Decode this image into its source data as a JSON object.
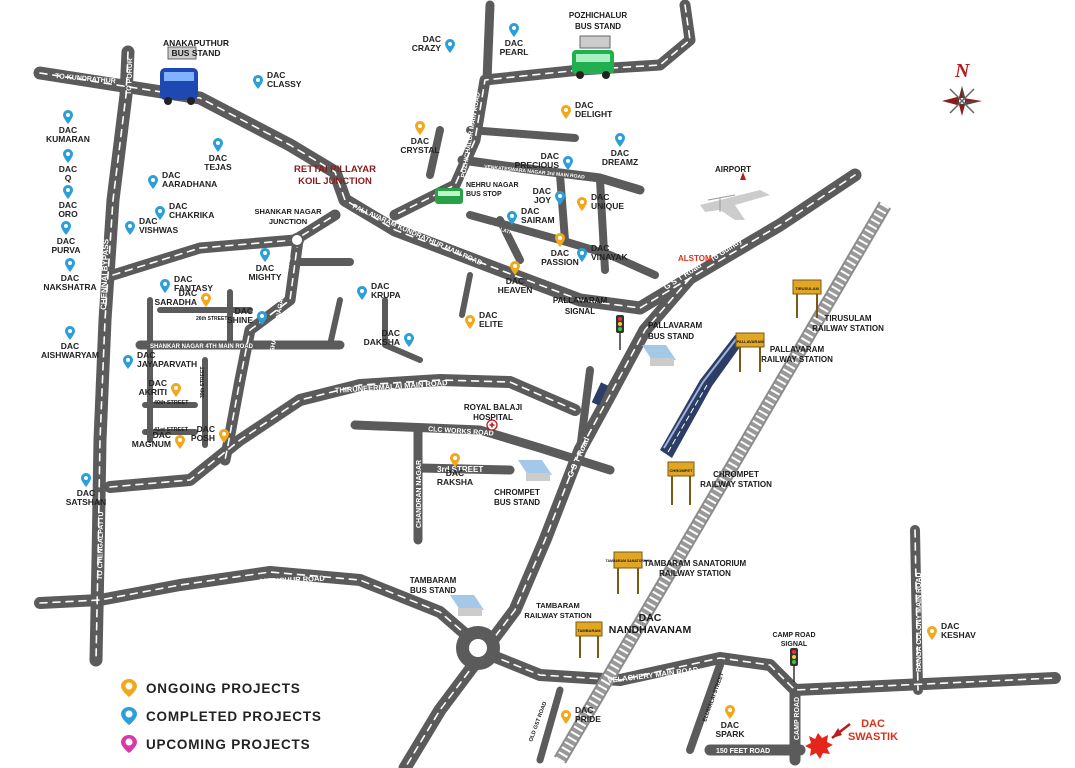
{
  "colors": {
    "road": "#5b5b5b",
    "ongoing": "#f2a81d",
    "completed": "#2b9fd9",
    "upcoming": "#d63aa8",
    "signboard": "#e1a624",
    "accent_red": "#b81c1c"
  },
  "legend": [
    {
      "label": "ONGOING PROJECTS",
      "icon": "orange-location-pin"
    },
    {
      "label": "COMPLETED PROJECTS",
      "icon": "blue-location-pin"
    },
    {
      "label": "UPCOMING PROJECTS",
      "icon": "pink-location-pin"
    }
  ],
  "compass": {
    "label": "N"
  },
  "roads": {
    "to_kundrathur": "TO KUNDRATHUR",
    "to_porur": "TO PORUR",
    "chennai_bypass": "CHENNAI BYPASS",
    "to_chengalpattu": "TO CHENGALPATTU",
    "pallavaram_kundrathur": "PALLAVARAM KUNDRATHUR MAIN ROAD",
    "pozhichalur_main": "POZHICHALUR MAIN ROAD",
    "shankar_nagar_main": "SHANKAR NAGAR MAIN ROAD",
    "shankar_nagar_4th": "SHANKAR NAGAR 4TH MAIN ROAD",
    "thiruneermalai": "THIRUNEERMALAI MAIN ROAD",
    "clc_works": "CLC WORKS ROAD",
    "third_street": "3rd STREET",
    "chandran_nagar": "CHANDRAN NAGAR",
    "gst_road_1": "G S T Road",
    "gst_road_2": "G S T Road",
    "to_guindy": "To Guindy",
    "mudichur": "MUDICHUR ROAD",
    "velachery": "VELACHERY MAIN ROAD",
    "camp_road": "CAMP ROAD",
    "feet_150": "150 FEET ROAD",
    "ranga_colony": "RANGA COLONY MAIN ROAD",
    "venkateswara": "VENKATESWARA NAGAR 3rd MAIN ROAD",
    "nallathambi": "NALLATHAMBI ROAD",
    "road_26th": "26th STREET",
    "road_39th": "39th STREET",
    "road_40th": "40th STREET",
    "road_41st": "41st STREET",
    "old_gst": "OLD GST ROAD",
    "elumalai": "ELUMALAI STREET"
  },
  "landmarks": {
    "anakaputhur": [
      "ANAKAPUTHUR",
      "BUS STAND"
    ],
    "pozhichalur": [
      "POZHICHALUR",
      "BUS STAND"
    ],
    "rettai": [
      "RETTAI PILLAYAR",
      "KOIL JUNCTION"
    ],
    "shankar_jn": [
      "SHANKAR NAGAR",
      "JUNCTION"
    ],
    "nehru": [
      "NEHRU NAGAR",
      "BUS STOP"
    ],
    "airport": "AIRPORT",
    "alstom": "ALSTOM",
    "pallavaram_signal": [
      "PALLAVARAM",
      "SIGNAL"
    ],
    "pallavaram_bus": [
      "PALLAVARAM",
      "BUS STAND"
    ],
    "tirusulam_rs": [
      "TIRUSULAM",
      "RAILWAY STATION"
    ],
    "pallavaram_rs": [
      "PALLAVARAM",
      "RAILWAY STATION"
    ],
    "royal_balaji": [
      "ROYAL BALAJI",
      "HOSPITAL"
    ],
    "chrompet_bus": [
      "CHROMPET",
      "BUS STAND"
    ],
    "chrompet_rs": [
      "CHROMPET",
      "RAILWAY STATION"
    ],
    "sanatorium_rs": [
      "TAMBARAM SANATORIUM",
      "RAILWAY STATION"
    ],
    "tambaram_bus": [
      "TAMBARAM",
      "BUS STAND"
    ],
    "tambaram_rs": [
      "TAMBARAM",
      "RAILWAY STATION"
    ],
    "camp_signal": [
      "CAMP ROAD",
      "SIGNAL"
    ],
    "nandhavanam": [
      "DAC",
      "NANDHAVANAM"
    ],
    "swastik": [
      "DAC",
      "SWASTIK"
    ]
  },
  "signboards": {
    "tirusulam": "TIRUSULAM",
    "pallavaram": "PALLAVARAM",
    "chrompet": "CHROMPET",
    "sanatorium": "TAMBARAM SANATORIUM",
    "tambaram": "TAMBARAM"
  },
  "projects": [
    {
      "id": "pearl",
      "name": "PEARL",
      "status": "completed"
    },
    {
      "id": "crazy",
      "name": "CRAZY",
      "status": "completed"
    },
    {
      "id": "classy",
      "name": "CLASSY",
      "status": "completed"
    },
    {
      "id": "kumaran",
      "name": "KUMARAN",
      "status": "completed"
    },
    {
      "id": "q",
      "name": "Q",
      "status": "completed"
    },
    {
      "id": "oro",
      "name": "ORO",
      "status": "completed"
    },
    {
      "id": "purva",
      "name": "PURVA",
      "status": "completed"
    },
    {
      "id": "nakshatra",
      "name": "NAKSHATRA",
      "status": "completed"
    },
    {
      "id": "aishwaryam",
      "name": "AISHWARYAM",
      "status": "completed"
    },
    {
      "id": "tejas",
      "name": "TEJAS",
      "status": "completed"
    },
    {
      "id": "aaradhana",
      "name": "AARADHANA",
      "status": "completed"
    },
    {
      "id": "chakrika",
      "name": "CHAKRIKA",
      "status": "completed"
    },
    {
      "id": "vishwas",
      "name": "VISHWAS",
      "status": "completed"
    },
    {
      "id": "crystal",
      "name": "CRYSTAL",
      "status": "ongoing"
    },
    {
      "id": "delight",
      "name": "DELIGHT",
      "status": "ongoing"
    },
    {
      "id": "precious",
      "name": "PRECIOUS",
      "status": "completed"
    },
    {
      "id": "dreamz",
      "name": "DREAMZ",
      "status": "completed"
    },
    {
      "id": "joy",
      "name": "JOY",
      "status": "completed"
    },
    {
      "id": "unique",
      "name": "UNIQUE",
      "status": "ongoing"
    },
    {
      "id": "sairam",
      "name": "SAIRAM",
      "status": "completed"
    },
    {
      "id": "passion",
      "name": "PASSION",
      "status": "ongoing"
    },
    {
      "id": "heaven",
      "name": "HEAVEN",
      "status": "ongoing"
    },
    {
      "id": "vinayak",
      "name": "VINAYAK",
      "status": "completed"
    },
    {
      "id": "fantasy",
      "name": "FANTASY",
      "status": "completed"
    },
    {
      "id": "mighty",
      "name": "MIGHTY",
      "status": "completed"
    },
    {
      "id": "saradha",
      "name": "SARADHA",
      "status": "ongoing"
    },
    {
      "id": "shine",
      "name": "SHINE",
      "status": "completed"
    },
    {
      "id": "krupa",
      "name": "KRUPA",
      "status": "completed"
    },
    {
      "id": "daksha",
      "name": "DAKSHA",
      "status": "completed"
    },
    {
      "id": "elite",
      "name": "ELITE",
      "status": "ongoing"
    },
    {
      "id": "jayaparvath",
      "name": "JAYAPARVATH",
      "status": "completed"
    },
    {
      "id": "akriti",
      "name": "AKRITI",
      "status": "ongoing"
    },
    {
      "id": "posh",
      "name": "POSH",
      "status": "ongoing"
    },
    {
      "id": "magnum",
      "name": "MAGNUM",
      "status": "ongoing"
    },
    {
      "id": "raksha",
      "name": "RAKSHA",
      "status": "ongoing"
    },
    {
      "id": "satshan",
      "name": "SATSHAN",
      "status": "completed"
    },
    {
      "id": "pride",
      "name": "PRIDE",
      "status": "ongoing"
    },
    {
      "id": "spark",
      "name": "SPARK",
      "status": "ongoing"
    },
    {
      "id": "keshav",
      "name": "KESHAV",
      "status": "ongoing"
    }
  ],
  "dac": "DAC"
}
